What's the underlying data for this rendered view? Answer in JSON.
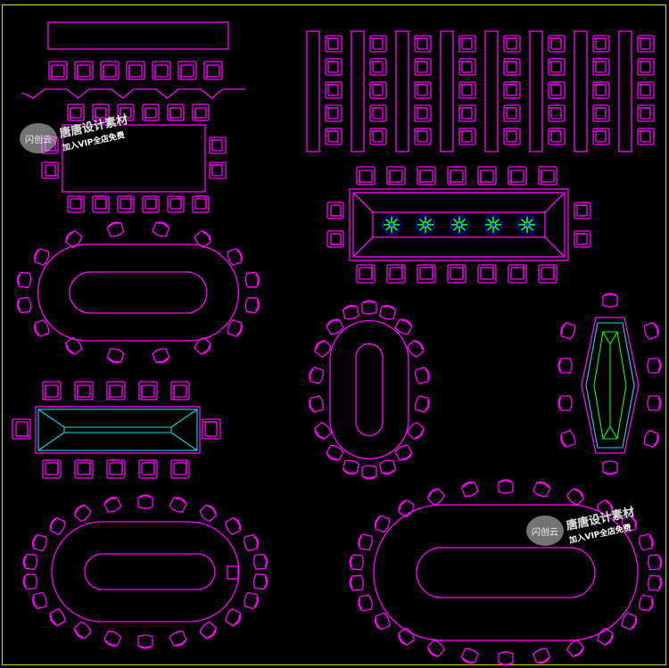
{
  "colors": {
    "background": "#000000",
    "frame": "#d8d800",
    "furniture": "#ff00ff",
    "table_inner": "#00e0e0",
    "plant_dark": "#0000ff",
    "plant_light": "#00ff40",
    "alt_inner": "#00ff00"
  },
  "watermarks": [
    {
      "badge": "闪创云",
      "title": "唐唐设计素材",
      "subtitle": "加入VIP全店免费"
    },
    {
      "badge": "闪创云",
      "title": "唐唐设计素材",
      "subtitle": "加入VIP全店免费"
    }
  ],
  "icons": [
    "chair-icon",
    "plant-icon"
  ]
}
